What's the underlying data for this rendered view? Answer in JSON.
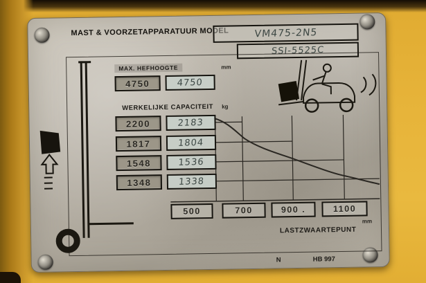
{
  "colors": {
    "panel_yellow": "#e2ad33",
    "plate_gray": "#b7b1a6",
    "line_black": "#23201b"
  },
  "plate": {
    "title": "MAST & VOORZETAPPARATUUR MODEL",
    "model": {
      "primary": "VM475-2N5",
      "secondary": "SSI-5525C"
    },
    "max_height": {
      "label": "MAX. HEFHOOGTE",
      "unit": "mm",
      "nominal": "4750",
      "actual": "4750"
    },
    "capacity": {
      "label": "WERKELIJKE CAPACITEIT",
      "unit": "kg",
      "rows": [
        {
          "nominal": "2200",
          "actual": "2183"
        },
        {
          "nominal": "1817",
          "actual": "1804"
        },
        {
          "nominal": "1548",
          "actual": "1536"
        },
        {
          "nominal": "1348",
          "actual": "1338"
        }
      ]
    },
    "load_center": {
      "label": "LASTZWAARTEPUNT",
      "unit": "mm",
      "values": [
        "500",
        "700",
        "900 .",
        "1100"
      ]
    },
    "footer": {
      "mark": "N",
      "code": "HB 997"
    }
  },
  "icons": {
    "forklift_icon": "side-view forklift with driver carrying black load, motion arcs",
    "mast_profile_icon": "mast upright with fork and wheel outline",
    "load_symbol_icon": "solid black load block",
    "lift_arrow_icon": "outlined up arrow",
    "level_marks_icon": "three short horizontal marks"
  },
  "chart_data": {
    "type": "line",
    "x": [
      500,
      700,
      900,
      1100
    ],
    "xlabel": "LASTZWAARTEPUNT (mm)",
    "ylabel": "WERKELIJKE CAPACITEIT (kg)",
    "series": [
      {
        "name": "nominal",
        "values": [
          2200,
          1817,
          1548,
          1348
        ]
      },
      {
        "name": "actual",
        "values": [
          2183,
          1804,
          1536,
          1338
        ]
      }
    ],
    "grid": "vertical load-centre lines with stepped capacity lines and descending curve",
    "legend": "none"
  }
}
